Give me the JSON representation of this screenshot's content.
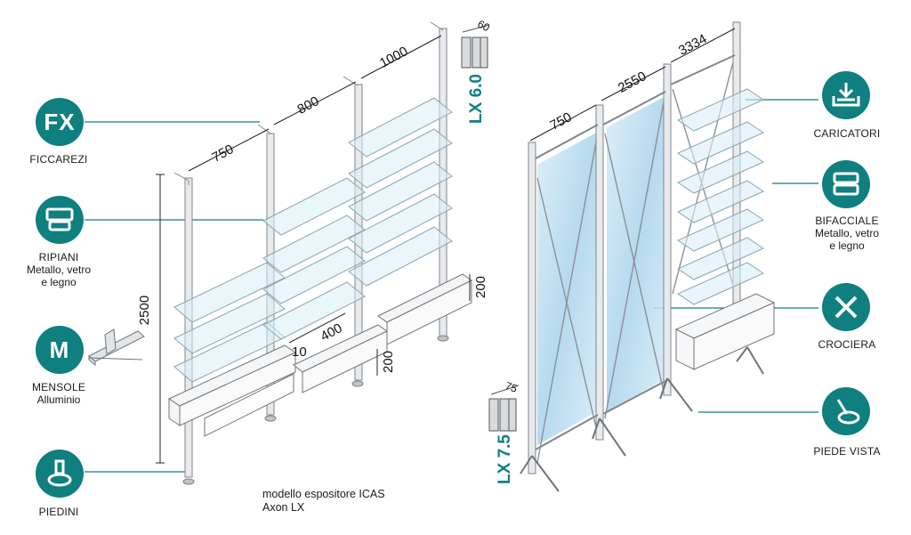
{
  "left_callouts": [
    {
      "badge_text": "FX",
      "icon": "fx-badge",
      "title": "FICCAREZI",
      "subtitle": []
    },
    {
      "badge_text": "",
      "icon": "shelf-icon",
      "title": "RIPIANI",
      "subtitle": [
        "Metallo, vetro",
        "e legno"
      ]
    },
    {
      "badge_text": "M",
      "icon": "m-badge",
      "title": "MENSOLE",
      "subtitle": [
        "Alluminio"
      ]
    },
    {
      "badge_text": "",
      "icon": "foot-icon",
      "title": "PIEDINI",
      "subtitle": []
    }
  ],
  "right_callouts": [
    {
      "icon": "download-tray-icon",
      "title": "CARICATORI",
      "subtitle": []
    },
    {
      "icon": "double-tray-icon",
      "title": "BIFACCIALE",
      "subtitle": [
        "Metallo, vetro",
        "e legno"
      ]
    },
    {
      "icon": "cross-icon",
      "title": "CROCIERA",
      "subtitle": []
    },
    {
      "icon": "visible-foot-icon",
      "title": "PIEDE VISTA",
      "subtitle": []
    }
  ],
  "dimensions_left": {
    "width_1": "750",
    "width_2": "800",
    "width_3": "1000",
    "height": "2500",
    "drawer_height_1": "200",
    "drawer_height_2": "200",
    "depth": "400",
    "offset": "10"
  },
  "dimensions_right": {
    "width_1": "750",
    "width_2": "2550",
    "width_3": "3334"
  },
  "profiles": [
    {
      "label": "LX 6.0",
      "size": "60"
    },
    {
      "label": "LX 7.5",
      "size": "75"
    }
  ],
  "caption": {
    "line1": "modello espositore ICAS",
    "line2": "Axon LX"
  },
  "colors": {
    "teal": "#0f7f80",
    "glass": "#b9dcef",
    "frame": "#8b9096"
  }
}
